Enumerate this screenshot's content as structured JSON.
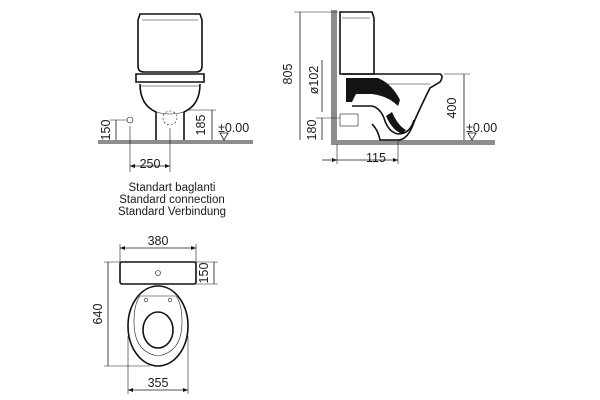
{
  "front_view": {
    "width": "250",
    "outlet_height": "150",
    "seat_height": "185",
    "floor_level": "±0.00"
  },
  "side_view": {
    "total_height": "805",
    "pipe_diameter": "ø102",
    "bowl_height": "400",
    "outlet_low": "180",
    "outlet_offset": "115",
    "floor_level": "±0.00"
  },
  "caption": {
    "line1": "Standart baglanti",
    "line2": "Standard connection",
    "line3": "Standard Verbindung"
  },
  "plan_view": {
    "top_width": "380",
    "tank_depth": "150",
    "total_depth": "640",
    "bowl_width": "355"
  }
}
